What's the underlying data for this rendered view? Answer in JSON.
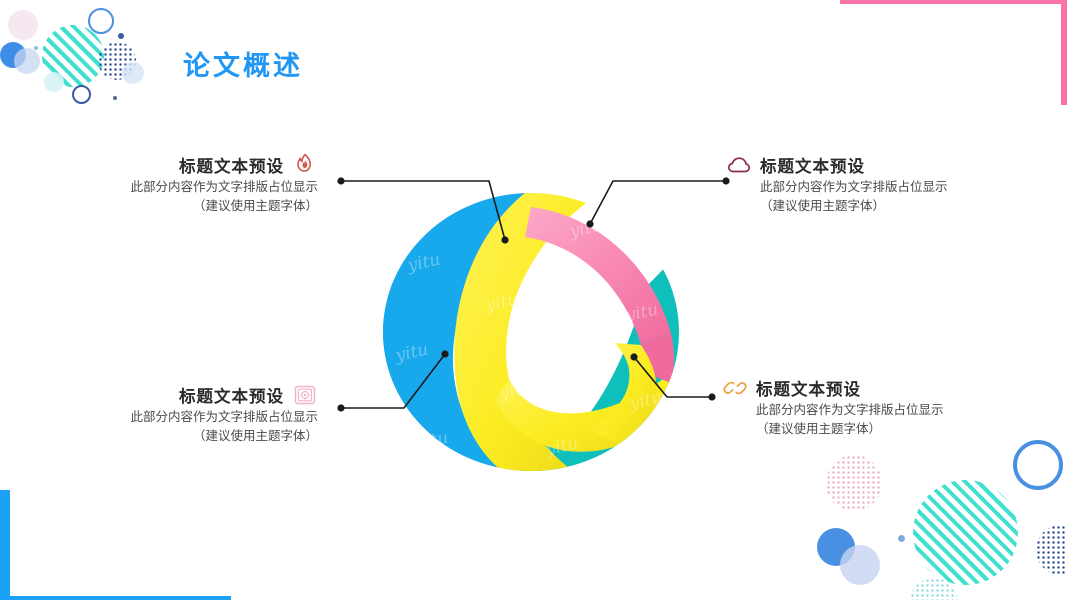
{
  "slide": {
    "title": "论文概述",
    "title_color": "#2196F3",
    "background": "#ffffff"
  },
  "decor": {
    "bracket_top_right_color": "#FB74A8",
    "bracket_bottom_left_color": "#1BA2F6",
    "stripe_circle_color": "#3FE0D0",
    "dot_circle_navy_color": "#1B3C8C",
    "dot_circle_pink_color": "#E9A7BE",
    "ring_blue_color": "#4A90E2",
    "solid_blue_color": "#4A90E2",
    "watermark_text": "yitu"
  },
  "graphic": {
    "name": "3d-sphere-segments",
    "watermark_text": "yitu",
    "segments": [
      {
        "name": "blue-segment",
        "color": "#17A9EC"
      },
      {
        "name": "yellow-band",
        "color": "#FBEC21"
      },
      {
        "name": "pink-band",
        "color": "#F889B4"
      },
      {
        "name": "teal-segment",
        "color": "#0FBFBB"
      }
    ]
  },
  "items": [
    {
      "id": "top-left",
      "icon": "fire-icon",
      "icon_color": "#D4594E",
      "title": "标题文本预设",
      "line1": "此部分内容作为文字排版占位显示",
      "line2": "（建议使用主题字体）"
    },
    {
      "id": "top-right",
      "icon": "cloud-icon",
      "icon_color": "#8E2B55",
      "title": "标题文本预设",
      "line1": "此部分内容作为文字排版占位显示",
      "line2": "（建议使用主题字体）"
    },
    {
      "id": "bottom-left",
      "icon": "safe-box-icon",
      "icon_color": "#F2B4CA",
      "title": "标题文本预设",
      "line1": "此部分内容作为文字排版占位显示",
      "line2": "（建议使用主题字体）"
    },
    {
      "id": "bottom-right",
      "icon": "link-icon",
      "icon_color": "#E8A33D",
      "title": "标题文本预设",
      "line1": "此部分内容作为文字排版占位显示",
      "line2": "（建议使用主题字体）"
    }
  ]
}
